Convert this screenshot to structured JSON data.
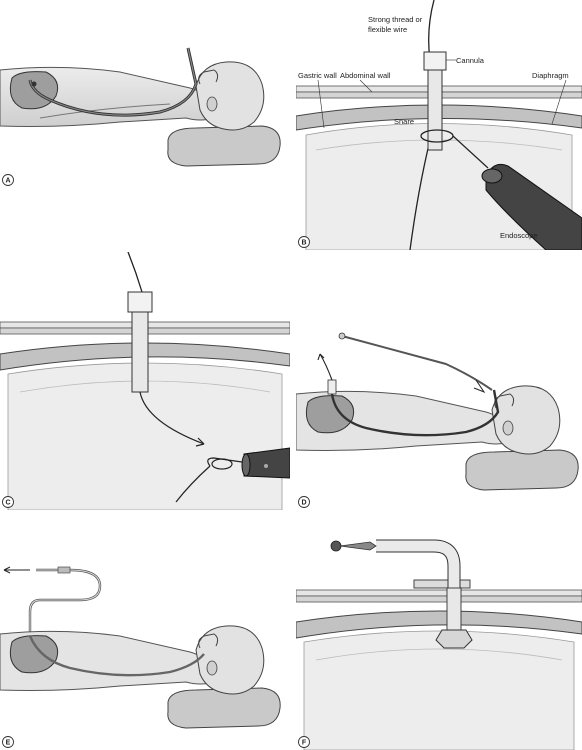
{
  "panels": {
    "a": {
      "label": "A"
    },
    "b": {
      "label": "B",
      "annotations": {
        "thread_line1": "Strong thread or",
        "thread_line2": "flexible wire",
        "cannula": "Cannula",
        "gastric_wall": "Gastric wall",
        "abdominal_wall": "Abdominal wall",
        "diaphragm": "Diaphragm",
        "snare": "Snare",
        "endoscope": "Endoscope"
      }
    },
    "c": {
      "label": "C"
    },
    "d": {
      "label": "D"
    },
    "e": {
      "label": "E"
    },
    "f": {
      "label": "F"
    }
  }
}
